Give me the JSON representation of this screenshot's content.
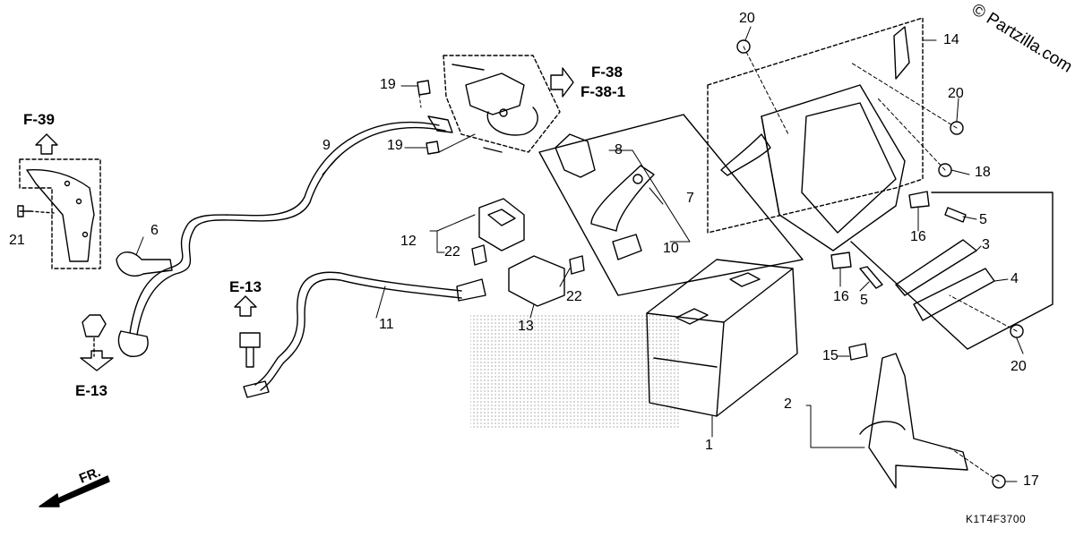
{
  "copyright": "© Partzilla.com",
  "diagram_code": "K1T4F3700",
  "direction_label": "FR.",
  "references": {
    "f39": "F-39",
    "e13_left": "E-13",
    "e13_mid": "E-13",
    "f38": "F-38",
    "f38_1": "F-38-1"
  },
  "callouts": {
    "c1": "1",
    "c2": "2",
    "c3": "3",
    "c4": "4",
    "c5a": "5",
    "c5b": "5",
    "c6": "6",
    "c7": "7",
    "c8": "8",
    "c9": "9",
    "c10": "10",
    "c11": "11",
    "c12": "12",
    "c13": "13",
    "c14": "14",
    "c15": "15",
    "c16a": "16",
    "c16b": "16",
    "c17": "17",
    "c18": "18",
    "c19a": "19",
    "c19b": "19",
    "c20a": "20",
    "c20b": "20",
    "c20c": "20",
    "c21": "21",
    "c22a": "22",
    "c22b": "22"
  },
  "palette": {
    "line": "#000000",
    "halftone": "#cfcfcf",
    "shade": "#555555"
  }
}
